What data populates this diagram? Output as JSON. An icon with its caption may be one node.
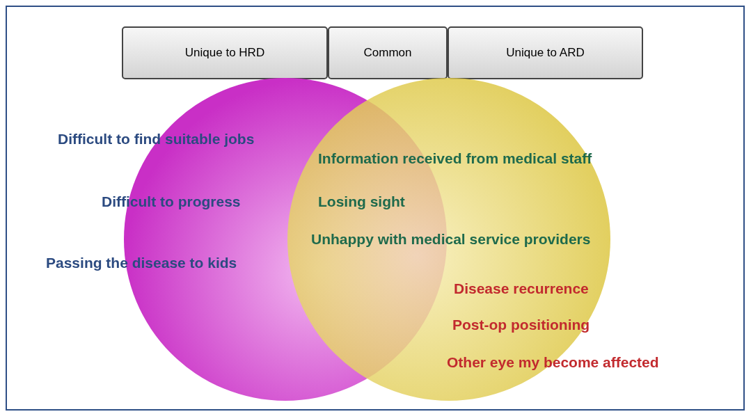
{
  "diagram": {
    "nodes": [
      {
        "text": [
          "Unique to HRD"
        ]
      },
      {
        "text": [
          "Common"
        ]
      },
      {
        "text": [
          "Unique to ARD"
        ]
      },
      {
        "text": [],
        "shape": "circle"
      },
      {
        "text": [],
        "shape": "circle"
      }
    ],
    "labels": [
      "Difficult to find suitable jobs",
      "Information received from medical staff",
      "Difficult to progress",
      "Losing sight",
      "Unhappy with medical service providers",
      "Passing the disease to kids",
      "Disease recurrence",
      "Post-op positioning",
      "Other eye my become affected"
    ]
  }
}
